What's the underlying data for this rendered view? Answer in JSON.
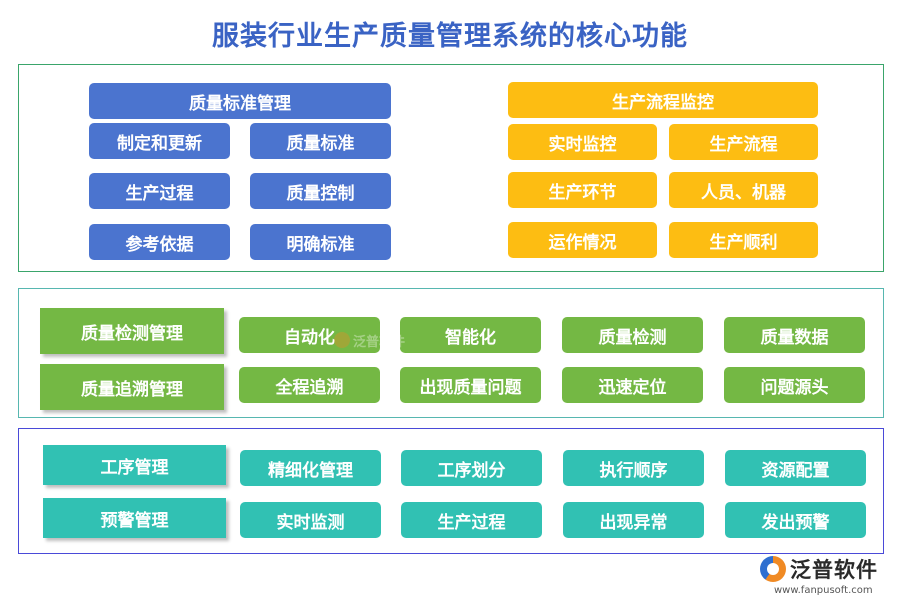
{
  "title": "服装行业生产质量管理系统的核心功能",
  "panel1": {
    "left_group": {
      "header": "质量标准管理",
      "items": [
        "制定和更新",
        "质量标准",
        "生产过程",
        "质量控制",
        "参考依据",
        "明确标准"
      ]
    },
    "right_group": {
      "header": "生产流程监控",
      "items": [
        "实时监控",
        "生产流程",
        "生产环节",
        "人员、机器",
        "运作情况",
        "生产顺利"
      ]
    }
  },
  "panel2": {
    "rows": [
      {
        "label": "质量检测管理",
        "items": [
          "自动化",
          "智能化",
          "质量检测",
          "质量数据"
        ]
      },
      {
        "label": "质量追溯管理",
        "items": [
          "全程追溯",
          "出现质量问题",
          "迅速定位",
          "问题源头"
        ]
      }
    ]
  },
  "panel3": {
    "rows": [
      {
        "label": "工序管理",
        "items": [
          "精细化管理",
          "工序划分",
          "执行顺序",
          "资源配置"
        ]
      },
      {
        "label": "预警管理",
        "items": [
          "实时监测",
          "生产过程",
          "出现异常",
          "发出预警"
        ]
      }
    ]
  },
  "watermark": {
    "text": "泛普软件"
  },
  "logo": {
    "name": "泛普软件",
    "url": "www.fanpusoft.com"
  },
  "colors": {
    "title": "#3a63c4",
    "blue": "#4b74cf",
    "yellow": "#fdbd12",
    "green": "#74b844",
    "teal": "#31c1b3"
  }
}
